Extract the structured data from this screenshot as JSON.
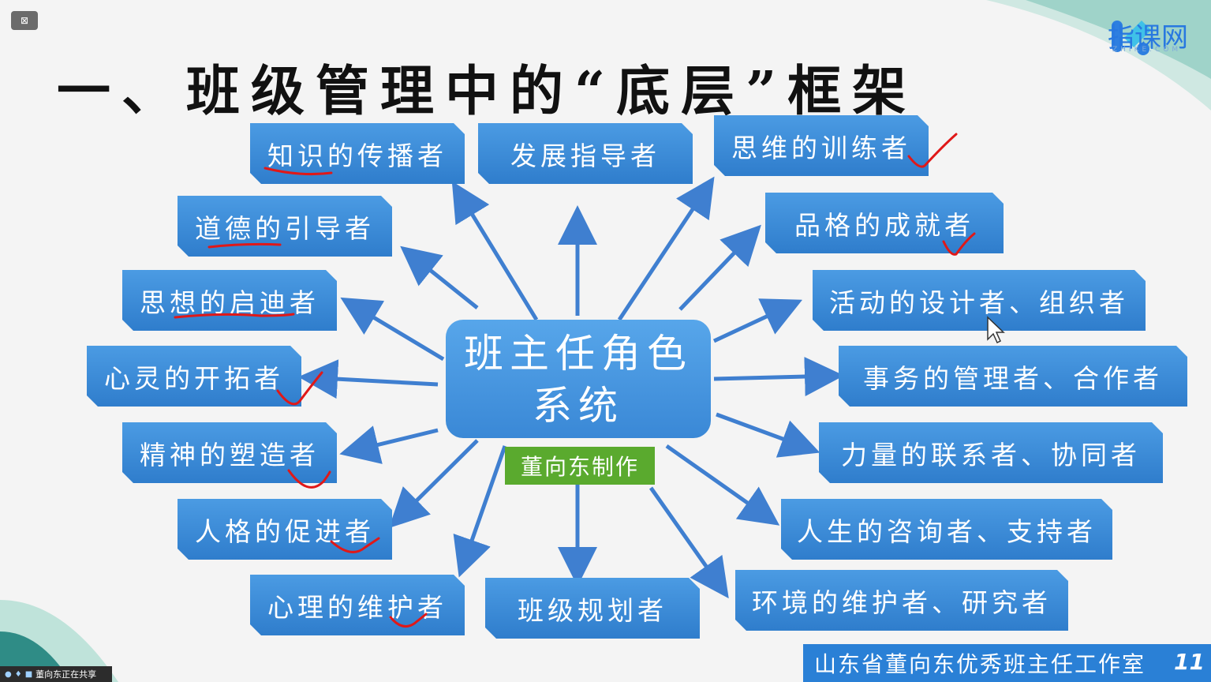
{
  "title": "一、班级管理中的“底层”框架",
  "logo": {
    "name": "指课网",
    "sub": "ZHIKE.COM"
  },
  "corner_button": {
    "icon": "layout-icon",
    "label": "⊠"
  },
  "center": {
    "line1": "班主任角色",
    "line2": "系统"
  },
  "maker_label": "董向东制作",
  "roles": [
    "知识的传播者",
    "发展指导者",
    "思维的训练者",
    "道德的引导者",
    "品格的成就者",
    "思想的启迪者",
    "活动的设计者、组织者",
    "心灵的开拓者",
    "事务的管理者、合作者",
    "精神的塑造者",
    "力量的联系者、协同者",
    "人格的促进者",
    "人生的咨询者、支持者",
    "心理的维护者",
    "班级规划者",
    "环境的维护者、研究者"
  ],
  "footer": {
    "text": "山东省董向东优秀班主任工作室",
    "page": "11"
  },
  "share_status": "董向东正在共享",
  "colors": {
    "box": "#3d8bd8",
    "arrow": "#3f7fd0",
    "maker": "#5aaa2e",
    "annotation": "#e01818"
  }
}
